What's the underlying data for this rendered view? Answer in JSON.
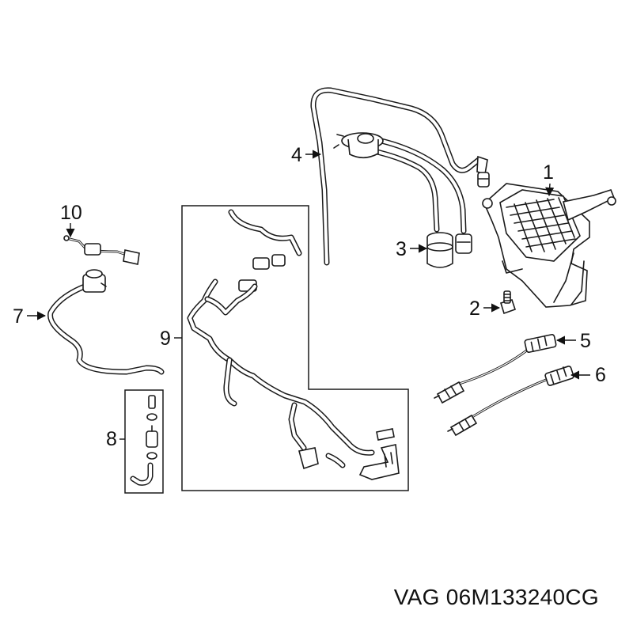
{
  "part_number": "VAG 06M133240CG",
  "callouts": {
    "c1": "1",
    "c2": "2",
    "c3": "3",
    "c4": "4",
    "c5": "5",
    "c6": "6",
    "c7": "7",
    "c8": "8",
    "c9": "9",
    "c10": "10"
  },
  "colors": {
    "line": "#1a1a1a",
    "background": "#ffffff"
  }
}
